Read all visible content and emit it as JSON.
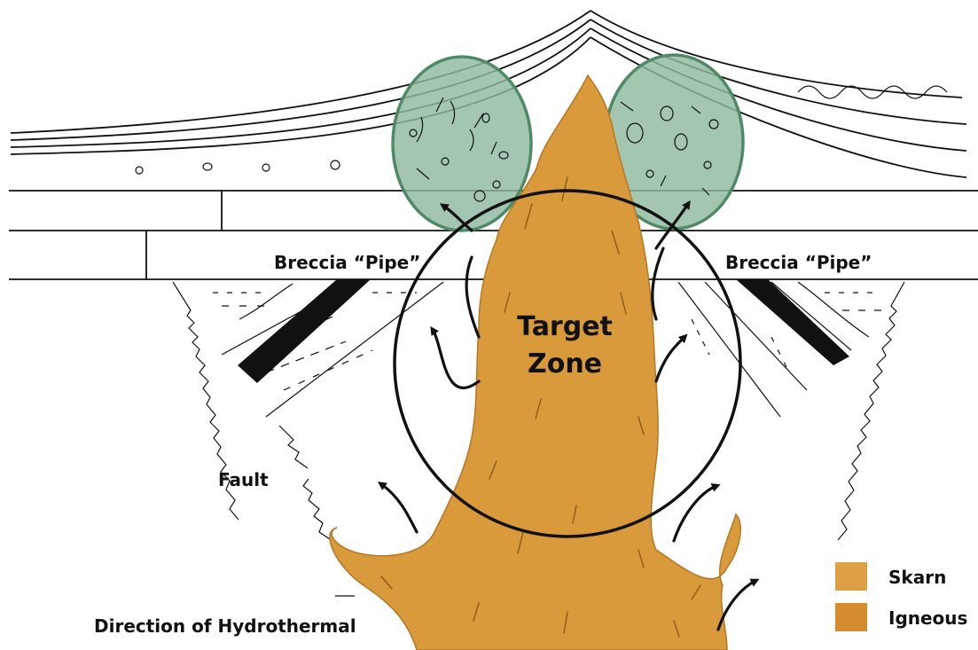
{
  "labels": {
    "breccia_left": "Breccia “Pipe”",
    "breccia_right": "Breccia “Pipe”",
    "target_line1": "Target",
    "target_line2": "Zone",
    "fault": "Fault",
    "direction": "Direction of Hydrothermal"
  },
  "legend": [
    {
      "label": "Skarn",
      "color": "#DDA044"
    },
    {
      "label": "Igneous",
      "color": "#D48C2E"
    }
  ],
  "colors": {
    "intrusion": "#D99A3C",
    "breccia_fill": "#8FB9A0",
    "breccia_stroke": "#4F8A66",
    "dyke": "#111111"
  }
}
